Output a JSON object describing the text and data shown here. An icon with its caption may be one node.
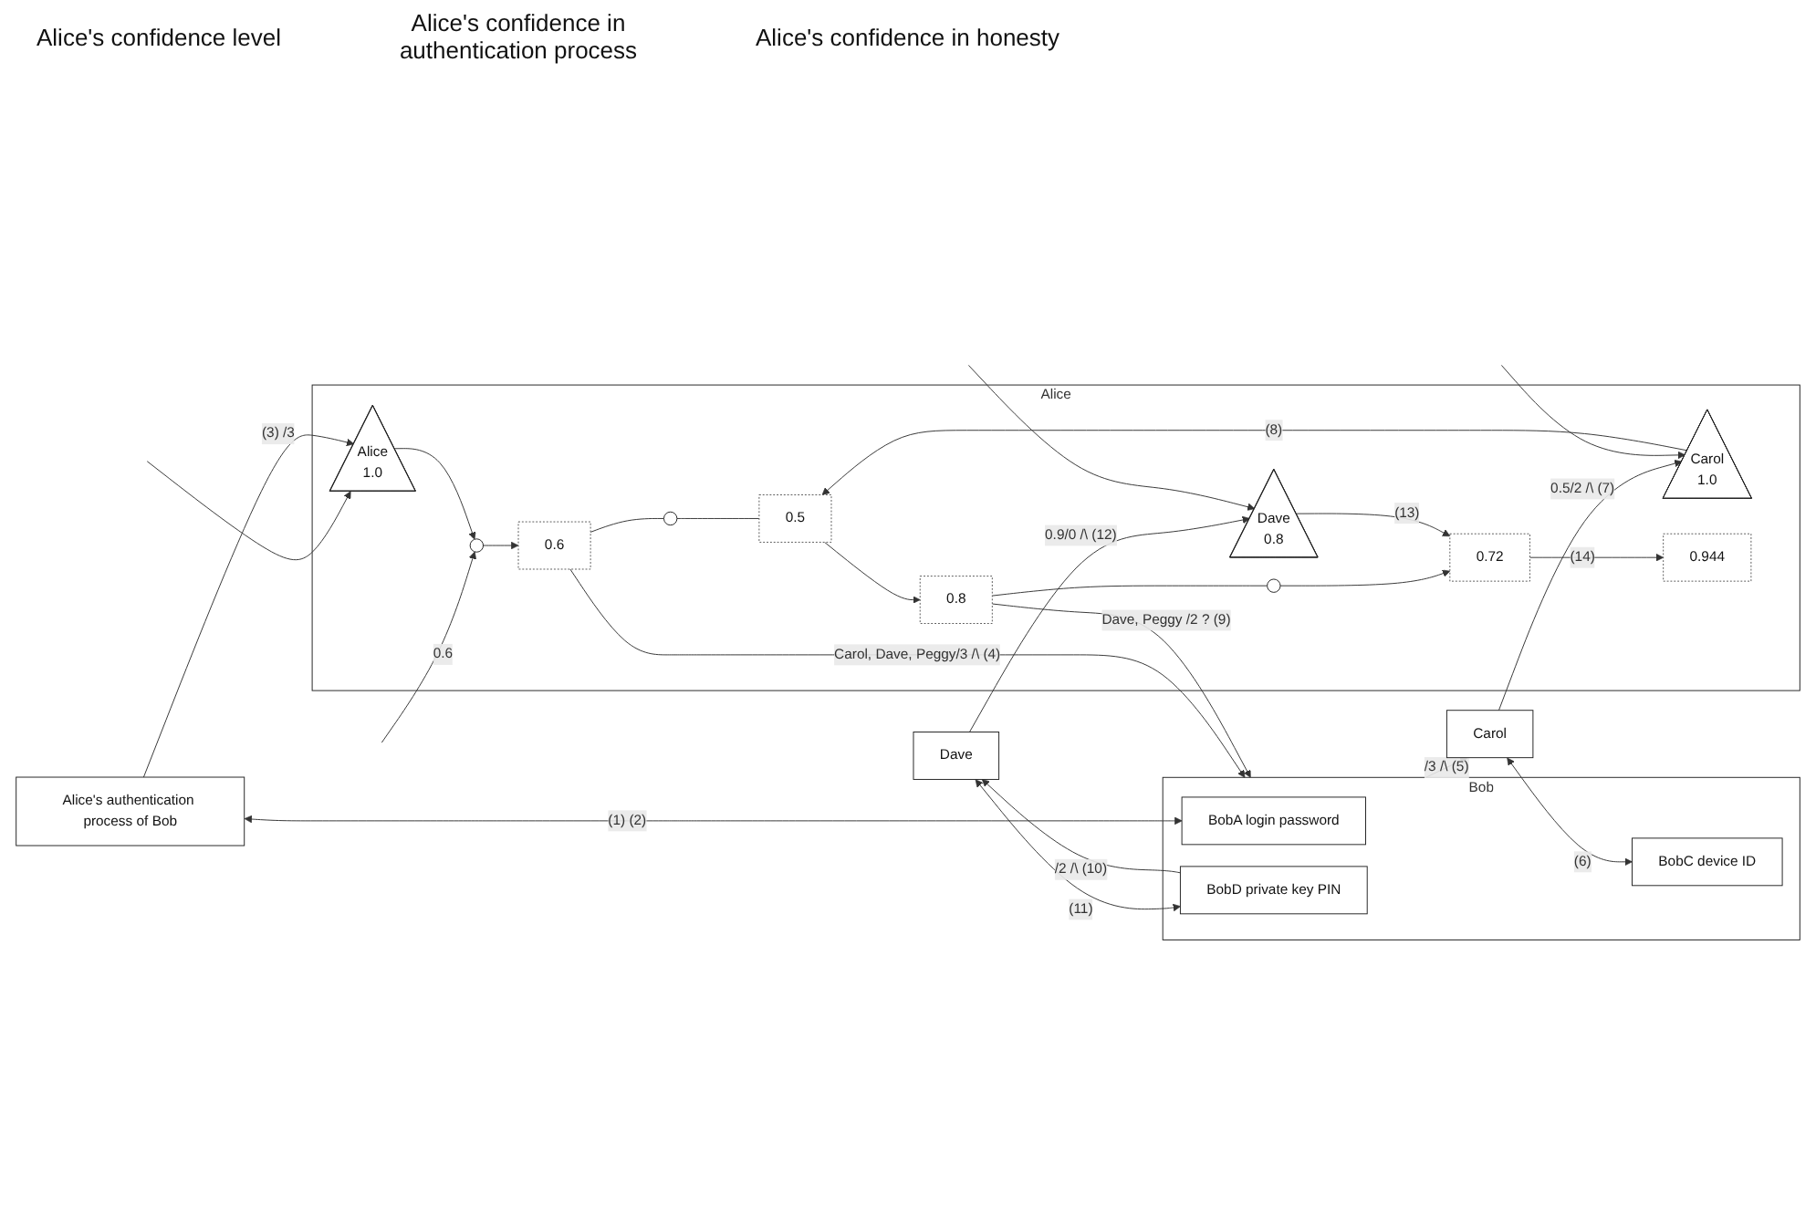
{
  "diagram": {
    "nodes": [
      {
        "text": [
          "Alice"
        ]
      },
      {
        "text": [
          "Alice",
          "1.0"
        ],
        "in": 0
      },
      {
        "text": [],
        "shape": "circle",
        "in": 0
      },
      {
        "text": [
          "0.6"
        ],
        "in": 0
      },
      {
        "text": [],
        "shape": "circle",
        "in": 0
      },
      {
        "text": [
          "Carol",
          "1.0"
        ],
        "in": 0
      },
      {
        "text": [
          "0.5"
        ],
        "in": 0
      },
      {
        "text": [
          "0.8"
        ],
        "in": 0
      },
      {
        "text": [],
        "shape": "circle",
        "in": 0
      },
      {
        "text": [
          "Dave",
          "0.8"
        ],
        "in": 0
      },
      {
        "text": [
          "0.72"
        ],
        "in": 0
      },
      {
        "text": [
          "0.944"
        ],
        "in": 0
      },
      {
        "text": [
          "Alice's authentication process of Bob"
        ]
      },
      {
        "text": [
          "Carol"
        ]
      },
      {
        "text": [
          "Dave"
        ]
      },
      {
        "text": [
          "Bob"
        ]
      },
      {
        "text": [
          "BobA login password"
        ],
        "in": 15
      },
      {
        "text": [
          "BobC device ID"
        ],
        "in": 15
      },
      {
        "text": [
          "BobD private key PIN"
        ],
        "in": 15
      }
    ],
    "edges": [
      {
        "from": 12,
        "to": 16,
        "arrow": "both",
        "label": "(1) (2)"
      },
      {
        "from": null,
        "to": 1,
        "arrow": "to"
      },
      {
        "from": 12,
        "to": 1,
        "arrow": "to",
        "label": "(3) /3"
      },
      {
        "from": null,
        "to": 2,
        "arrow": "to",
        "label": "0.6"
      },
      {
        "from": 1,
        "to": 2,
        "arrow": "to"
      },
      {
        "from": 2,
        "to": 3,
        "arrow": "to"
      },
      {
        "from": 3,
        "to": 4,
        "arrow": "none"
      },
      {
        "from": 4,
        "to": 6,
        "arrow": "none"
      },
      {
        "from": 3,
        "to": 15,
        "arrow": "to",
        "label": "Carol, Dave, Peggy/3 /\\ (4)"
      },
      {
        "from": 15,
        "to": 13,
        "arrow": "to",
        "label": "/3 /\\ (5)"
      },
      {
        "from": 13,
        "to": 17,
        "arrow": "both",
        "label": "(6)"
      },
      {
        "from": 13,
        "to": 5,
        "arrow": "to",
        "label": "0.5/2 /\\ (7)"
      },
      {
        "from": null,
        "to": 5,
        "arrow": "to"
      },
      {
        "from": 5,
        "to": 6,
        "arrow": "to",
        "label": "(8)"
      },
      {
        "from": 6,
        "to": 7,
        "arrow": "to"
      },
      {
        "from": 7,
        "to": 8,
        "arrow": "none"
      },
      {
        "from": 8,
        "to": 10,
        "arrow": "to"
      },
      {
        "from": 7,
        "to": 15,
        "arrow": "to",
        "label": "Dave, Peggy /2 ? (9)"
      },
      {
        "from": 18,
        "to": 14,
        "arrow": "to",
        "label": "/2 /\\ (10)"
      },
      {
        "from": 14,
        "to": 18,
        "arrow": "both",
        "label": "(11)"
      },
      {
        "from": 14,
        "to": 9,
        "arrow": "to",
        "label": "0.9/0 /\\ (12)"
      },
      {
        "from": null,
        "to": 9,
        "arrow": "to"
      },
      {
        "from": 9,
        "to": 10,
        "arrow": "to",
        "label": "(13)"
      },
      {
        "from": 10,
        "to": 11,
        "arrow": "to",
        "label": "(14)"
      }
    ],
    "labels": [
      "Alice's confidence level",
      "Alice's confidence in authentication process",
      "Alice's confidence in honesty"
    ]
  }
}
